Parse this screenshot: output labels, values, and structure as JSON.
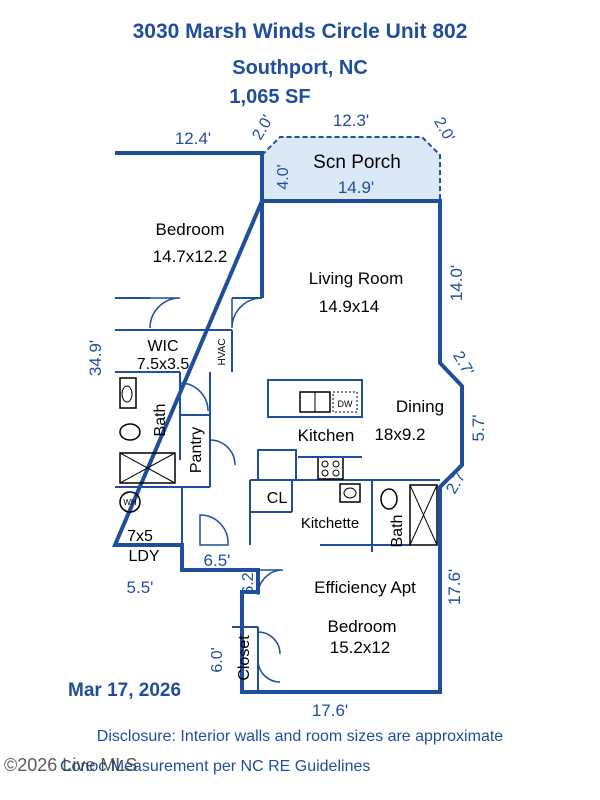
{
  "header": {
    "address": "3030 Marsh Winds Circle Unit 802",
    "city": "Southport, NC",
    "sqft": "1,065 SF"
  },
  "rooms": {
    "scn_porch": "Scn Porch",
    "bedroom": "Bedroom",
    "bedroom_size": "14.7x12.2",
    "living": "Living Room",
    "living_size": "14.9x14",
    "wic": "WIC",
    "wic_size": "7.5x3.5",
    "hvac": "HVAC",
    "bath": "Bath",
    "pantry": "Pantry",
    "kitchen": "Kitchen",
    "dining": "Dining",
    "dining_size": "18x9.2",
    "dw": "DW",
    "cl": "CL",
    "kitchette": "Kitchette",
    "bath2": "Bath",
    "wh": "WH",
    "ldy_size": "7x5",
    "ldy": "LDY",
    "efficiency": "Efficiency Apt",
    "bedroom2": "Bedroom",
    "bedroom2_size": "15.2x12",
    "closet": "Closet"
  },
  "dimensions": {
    "top_left": "12.4'",
    "porch_top": "12.3'",
    "porch_left_diag": "2.0'",
    "porch_right_diag": "2.0'",
    "porch_side": "4.0'",
    "porch_bottom": "14.9'",
    "right_upper": "14.0'",
    "right_diag1": "2.7'",
    "right_mid": "5.7'",
    "right_diag2": "2.7'",
    "right_lower": "17.6'",
    "left": "34.9'",
    "bottom_left": "5.5'",
    "step_horiz": "6.5'",
    "step_vert": "6.2'",
    "closet_side": "6.0'",
    "bottom": "17.6'"
  },
  "footer": {
    "date": "Mar 17, 2026",
    "disclosure": "Disclosure: Interior walls and room sizes are approximate",
    "measurement": "Conoc Measurement per NC RE Guidelines",
    "copyright": "©2026 Live MLS"
  },
  "colors": {
    "wall": "#1f4e9c",
    "porch_fill": "#dbe8f6",
    "text_blue": "#1f4e9c"
  }
}
